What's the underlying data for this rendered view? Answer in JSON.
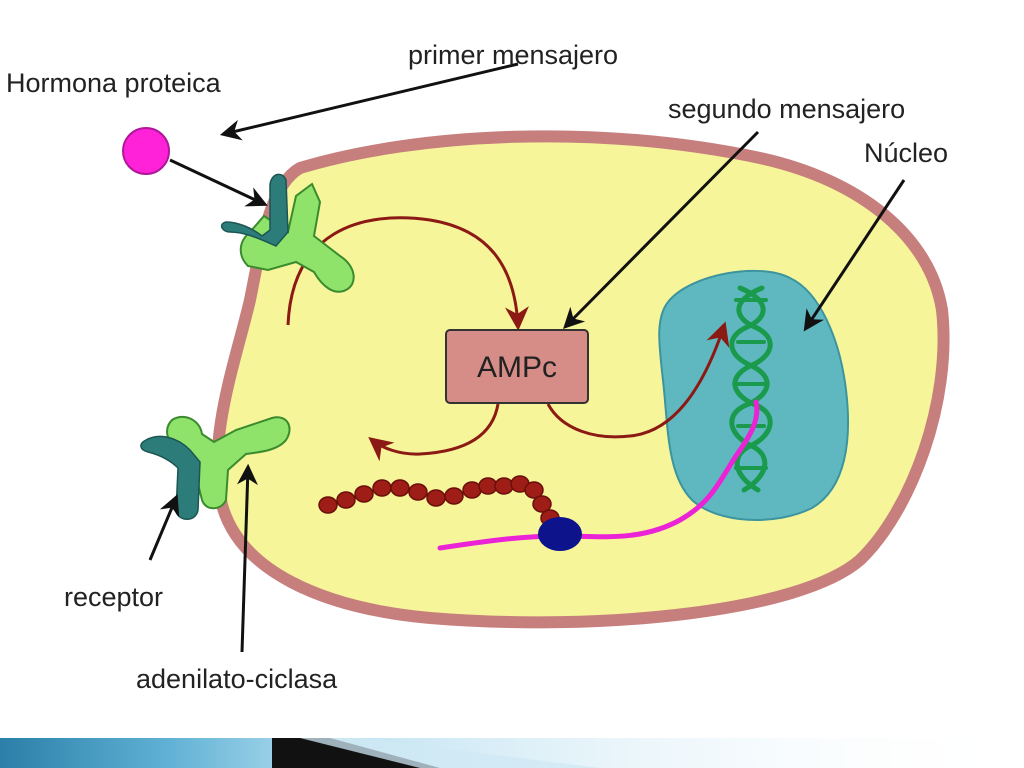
{
  "labels": {
    "hormona": "Hormona proteica",
    "primer": "primer mensajero",
    "segundo": "segundo mensajero",
    "nucleo": "Núcleo",
    "ampc": "AMPc",
    "receptor": "receptor",
    "adenilato": "adenilato-ciclasa"
  },
  "colors": {
    "cell_fill": "#f7f59a",
    "membrane": "#c77f7e",
    "nucleus_fill": "#5fb8bf",
    "hormone": "#ff22d8",
    "receptor": "#2c7d79",
    "enzyme": "#8fe36a",
    "pathway_arrow": "#8b1a14",
    "amp_box": "#d68d88",
    "protein_chain": "#9e1d16",
    "mrna": "#ea23d6",
    "ribosome": "#0d138a",
    "dna": "#1a9a4c",
    "footer_blue": "#2f83ad",
    "footer_black": "#111111"
  }
}
